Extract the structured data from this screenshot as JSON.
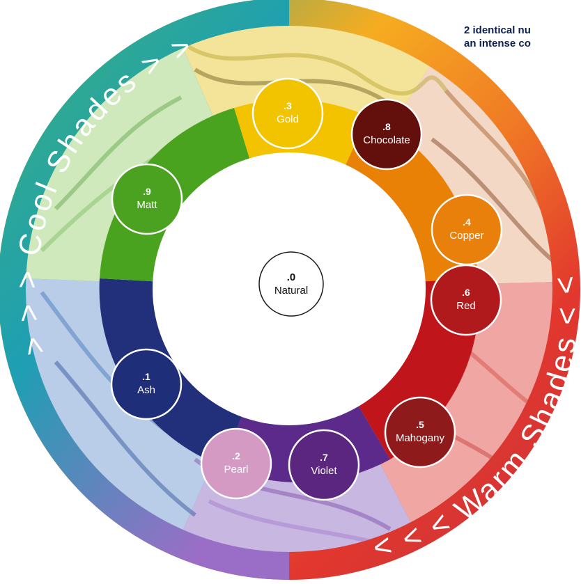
{
  "arc_labels": {
    "cool": "> > > Cool Shades > > >",
    "warm": "< < < Warm Shades < < <"
  },
  "note": {
    "line1": "2 identical nu",
    "line2": "an intense co"
  },
  "center": {
    "code": ".0",
    "name": "Natural"
  },
  "shades": [
    {
      "key": "gold",
      "code": ".3",
      "name": "Gold",
      "fill": "#f2c400",
      "text": "#ffffff"
    },
    {
      "key": "chocolate",
      "code": ".8",
      "name": "Chocolate",
      "fill": "#63100d",
      "text": "#ffffff"
    },
    {
      "key": "copper",
      "code": ".4",
      "name": "Copper",
      "fill": "#e9800c",
      "text": "#ffffff"
    },
    {
      "key": "red",
      "code": ".6",
      "name": "Red",
      "fill": "#b01a1c",
      "text": "#ffffff"
    },
    {
      "key": "mahogany",
      "code": ".5",
      "name": "Mahogany",
      "fill": "#8e1a1b",
      "text": "#ffffff"
    },
    {
      "key": "violet",
      "code": ".7",
      "name": "Violet",
      "fill": "#5b2680",
      "text": "#ffffff"
    },
    {
      "key": "pearl",
      "code": ".2",
      "name": "Pearl",
      "fill": "#d49ac4",
      "text": "#ffffff"
    },
    {
      "key": "ash",
      "code": ".1",
      "name": "Ash",
      "fill": "#1e2e79",
      "text": "#ffffff"
    },
    {
      "key": "matt",
      "code": ".9",
      "name": "Matt",
      "fill": "#4aa220",
      "text": "#ffffff"
    }
  ],
  "colors": {
    "ring_green": "#4aa31f",
    "ring_yellow": "#f4c300",
    "ring_orange": "#e98107",
    "ring_red": "#c0161b",
    "ring_purple": "#5c2a8a",
    "ring_navy": "#22307c",
    "outer_teal": "#19a0a8",
    "outer_orange": "#f39a1c",
    "outer_red": "#e2372e",
    "outer_purple": "#8d6bc2"
  }
}
